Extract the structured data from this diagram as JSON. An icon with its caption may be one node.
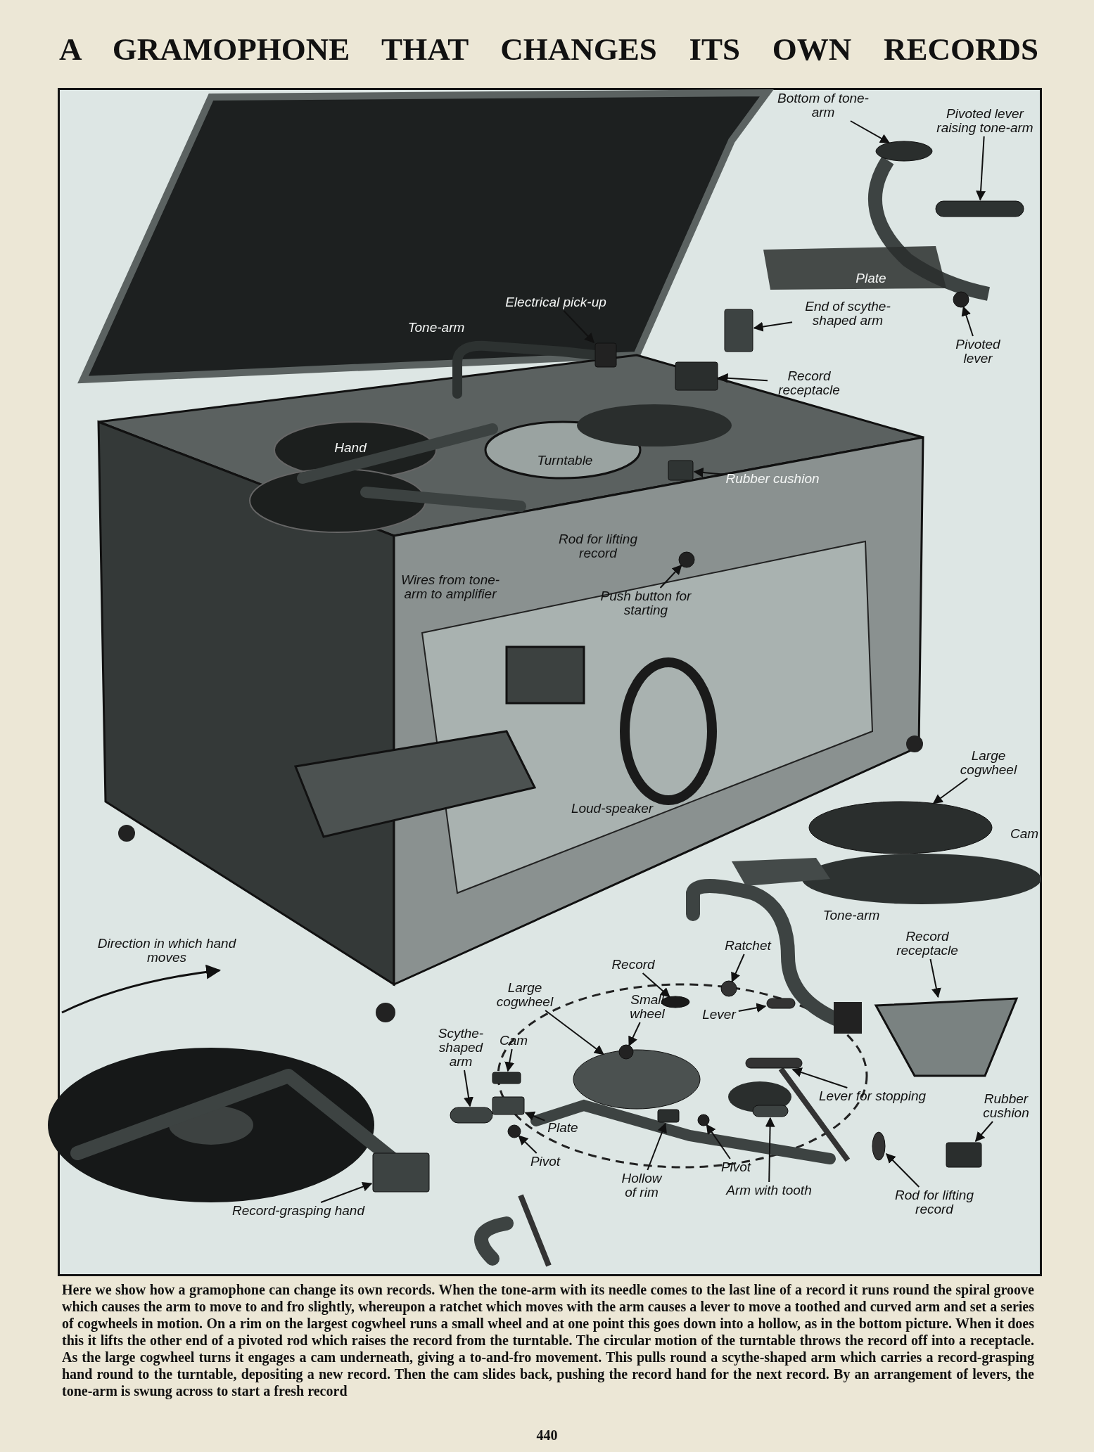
{
  "diagram": {
    "title": "A GRAMOPHONE THAT CHANGES ITS OWN RECORDS",
    "caption": "Here we show how a gramophone can change its own records. When the tone-arm with its needle comes to the last line of a record it runs round the spiral groove which causes the arm to move to and fro slightly, whereupon a ratchet which moves with the arm causes a lever to move a toothed and curved arm and set a series of cogwheels in motion. On a rim on the largest cogwheel runs a small wheel and at one point this goes down into a hollow, as in the bottom picture. When it does this it lifts the other end of a pivoted rod which raises the record from the turntable. The circular motion of the turntable throws the record off into a receptacle. As the large cogwheel turns it engages a cam underneath, giving a to-and-fro movement. This pulls round a scythe-shaped arm which carries a record-grasping hand round to the turntable, depositing a new record. Then the cam slides back, pushing the record hand for the next record. By an arrangement of levers, the tone-arm is swung across to start a fresh record",
    "nodes": [
      {
        "text": [
          "Bottom of tone-arm"
        ]
      },
      {
        "text": [
          "Pivoted lever raising tone-arm"
        ]
      },
      {
        "text": [
          "End of scythe-shaped arm"
        ]
      },
      {
        "text": [
          "Pivoted lever"
        ]
      },
      {
        "text": [
          "Electrical pick-up"
        ]
      },
      {
        "text": [
          "Record receptacle"
        ]
      },
      {
        "text": [
          "Rubber cushion"
        ]
      },
      {
        "text": [
          "Push button for starting"
        ]
      },
      {
        "text": [
          "Large cogwheel"
        ]
      },
      {
        "text": [
          "Record receptacle"
        ]
      },
      {
        "text": [
          "Record"
        ]
      },
      {
        "text": [
          "Ratchet"
        ]
      },
      {
        "text": [
          "Large cogwheel"
        ]
      },
      {
        "text": [
          "Small wheel"
        ]
      },
      {
        "text": [
          "Lever"
        ]
      },
      {
        "text": [
          "Scythe-shaped arm"
        ]
      },
      {
        "text": [
          "Cam"
        ]
      },
      {
        "text": [
          "Plate"
        ]
      },
      {
        "text": [
          "Lever for stopping"
        ]
      },
      {
        "text": [
          "Rubber cushion"
        ]
      },
      {
        "text": [
          "Pivot"
        ]
      },
      {
        "text": [
          "Pivot"
        ]
      },
      {
        "text": [
          "Hollow of rim"
        ]
      },
      {
        "text": [
          "Arm with tooth"
        ]
      },
      {
        "text": [
          "Rod for lifting record"
        ]
      },
      {
        "text": [
          "Record-grasping hand"
        ]
      },
      {
        "text": [],
        "shape": "ellipse"
      },
      {
        "text": [],
        "shape": "bar"
      },
      {
        "text": [],
        "shape": "box"
      },
      {
        "text": [],
        "shape": "circle"
      },
      {
        "text": [],
        "shape": "box"
      },
      {
        "text": [],
        "shape": "box"
      },
      {
        "text": [],
        "shape": "box"
      },
      {
        "text": [],
        "shape": "circle"
      },
      {
        "text": [],
        "shape": "ellipse"
      },
      {
        "text": [],
        "shape": "trapezoid"
      },
      {
        "text": [],
        "shape": "ellipse"
      },
      {
        "text": [],
        "shape": "circle"
      },
      {
        "text": [],
        "shape": "ellipse"
      },
      {
        "text": [],
        "shape": "circle"
      },
      {
        "text": [],
        "shape": "bar"
      },
      {
        "text": [],
        "shape": "bar"
      },
      {
        "text": [],
        "shape": "box"
      },
      {
        "text": [],
        "shape": "box"
      },
      {
        "text": [],
        "shape": "bar"
      },
      {
        "text": [],
        "shape": "box"
      },
      {
        "text": [],
        "shape": "circle"
      },
      {
        "text": [],
        "shape": "circle"
      },
      {
        "text": [],
        "shape": "box"
      },
      {
        "text": [],
        "shape": "bar"
      },
      {
        "text": [],
        "shape": "bar"
      },
      {
        "text": [],
        "shape": "box"
      }
    ],
    "edges": [
      {
        "from": 0,
        "to": 26,
        "arrow": "to"
      },
      {
        "from": 1,
        "to": 27,
        "arrow": "to"
      },
      {
        "from": 2,
        "to": 28,
        "arrow": "to"
      },
      {
        "from": 3,
        "to": 29,
        "arrow": "to"
      },
      {
        "from": 4,
        "to": 30,
        "arrow": "to"
      },
      {
        "from": 5,
        "to": 31,
        "arrow": "to"
      },
      {
        "from": 6,
        "to": 32,
        "arrow": "to"
      },
      {
        "from": 7,
        "to": 33,
        "arrow": "to"
      },
      {
        "from": 8,
        "to": 34,
        "arrow": "to"
      },
      {
        "from": 9,
        "to": 35,
        "arrow": "to"
      },
      {
        "from": 10,
        "to": 36,
        "arrow": "to"
      },
      {
        "from": 11,
        "to": 37,
        "arrow": "to"
      },
      {
        "from": 12,
        "to": 38,
        "arrow": "to"
      },
      {
        "from": 13,
        "to": 39,
        "arrow": "to"
      },
      {
        "from": 14,
        "to": 40,
        "arrow": "to"
      },
      {
        "from": 15,
        "to": 41,
        "arrow": "to"
      },
      {
        "from": 16,
        "to": 42,
        "arrow": "to"
      },
      {
        "from": 17,
        "to": 43,
        "arrow": "to"
      },
      {
        "from": 18,
        "to": 44,
        "arrow": "to"
      },
      {
        "from": 19,
        "to": 45,
        "arrow": "to"
      },
      {
        "from": 20,
        "to": 46,
        "arrow": "to"
      },
      {
        "from": 21,
        "to": 47,
        "arrow": "to"
      },
      {
        "from": 22,
        "to": 48,
        "arrow": "to"
      },
      {
        "from": 23,
        "to": 49,
        "arrow": "to"
      },
      {
        "from": 24,
        "to": 50,
        "arrow": "to"
      },
      {
        "from": 25,
        "to": 51,
        "arrow": "to"
      }
    ],
    "labels": [
      "Plate",
      "Tone-arm",
      "Hand",
      "Turntable",
      "Rod for lifting record",
      "Wires from tone-arm to amplifier",
      "Loud-speaker",
      "Cam",
      "Tone-arm",
      "Direction in which hand moves",
      "440"
    ]
  }
}
